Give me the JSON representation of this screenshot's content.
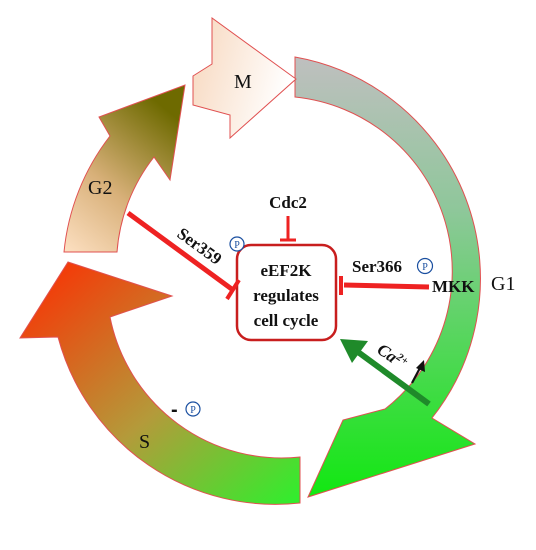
{
  "phases": {
    "m": "M",
    "g1": "G1",
    "s": "S",
    "g2": "G2"
  },
  "center": {
    "line1": "eEF2K",
    "line2": "regulates",
    "line3": "cell cycle"
  },
  "regulators": {
    "cdc2": "Cdc2",
    "ser359": "Ser359",
    "ser366": "Ser366",
    "mkk": "MKK",
    "ca_base": "Ca",
    "ca_sup": "2+",
    "minus": "-"
  },
  "phospho_symbol": "P",
  "colors": {
    "inhibit_red": "#ee2222",
    "activate_green": "#1f8a2a",
    "center_border": "#c81e1e",
    "phospho_blue": "#1a4fa0"
  }
}
